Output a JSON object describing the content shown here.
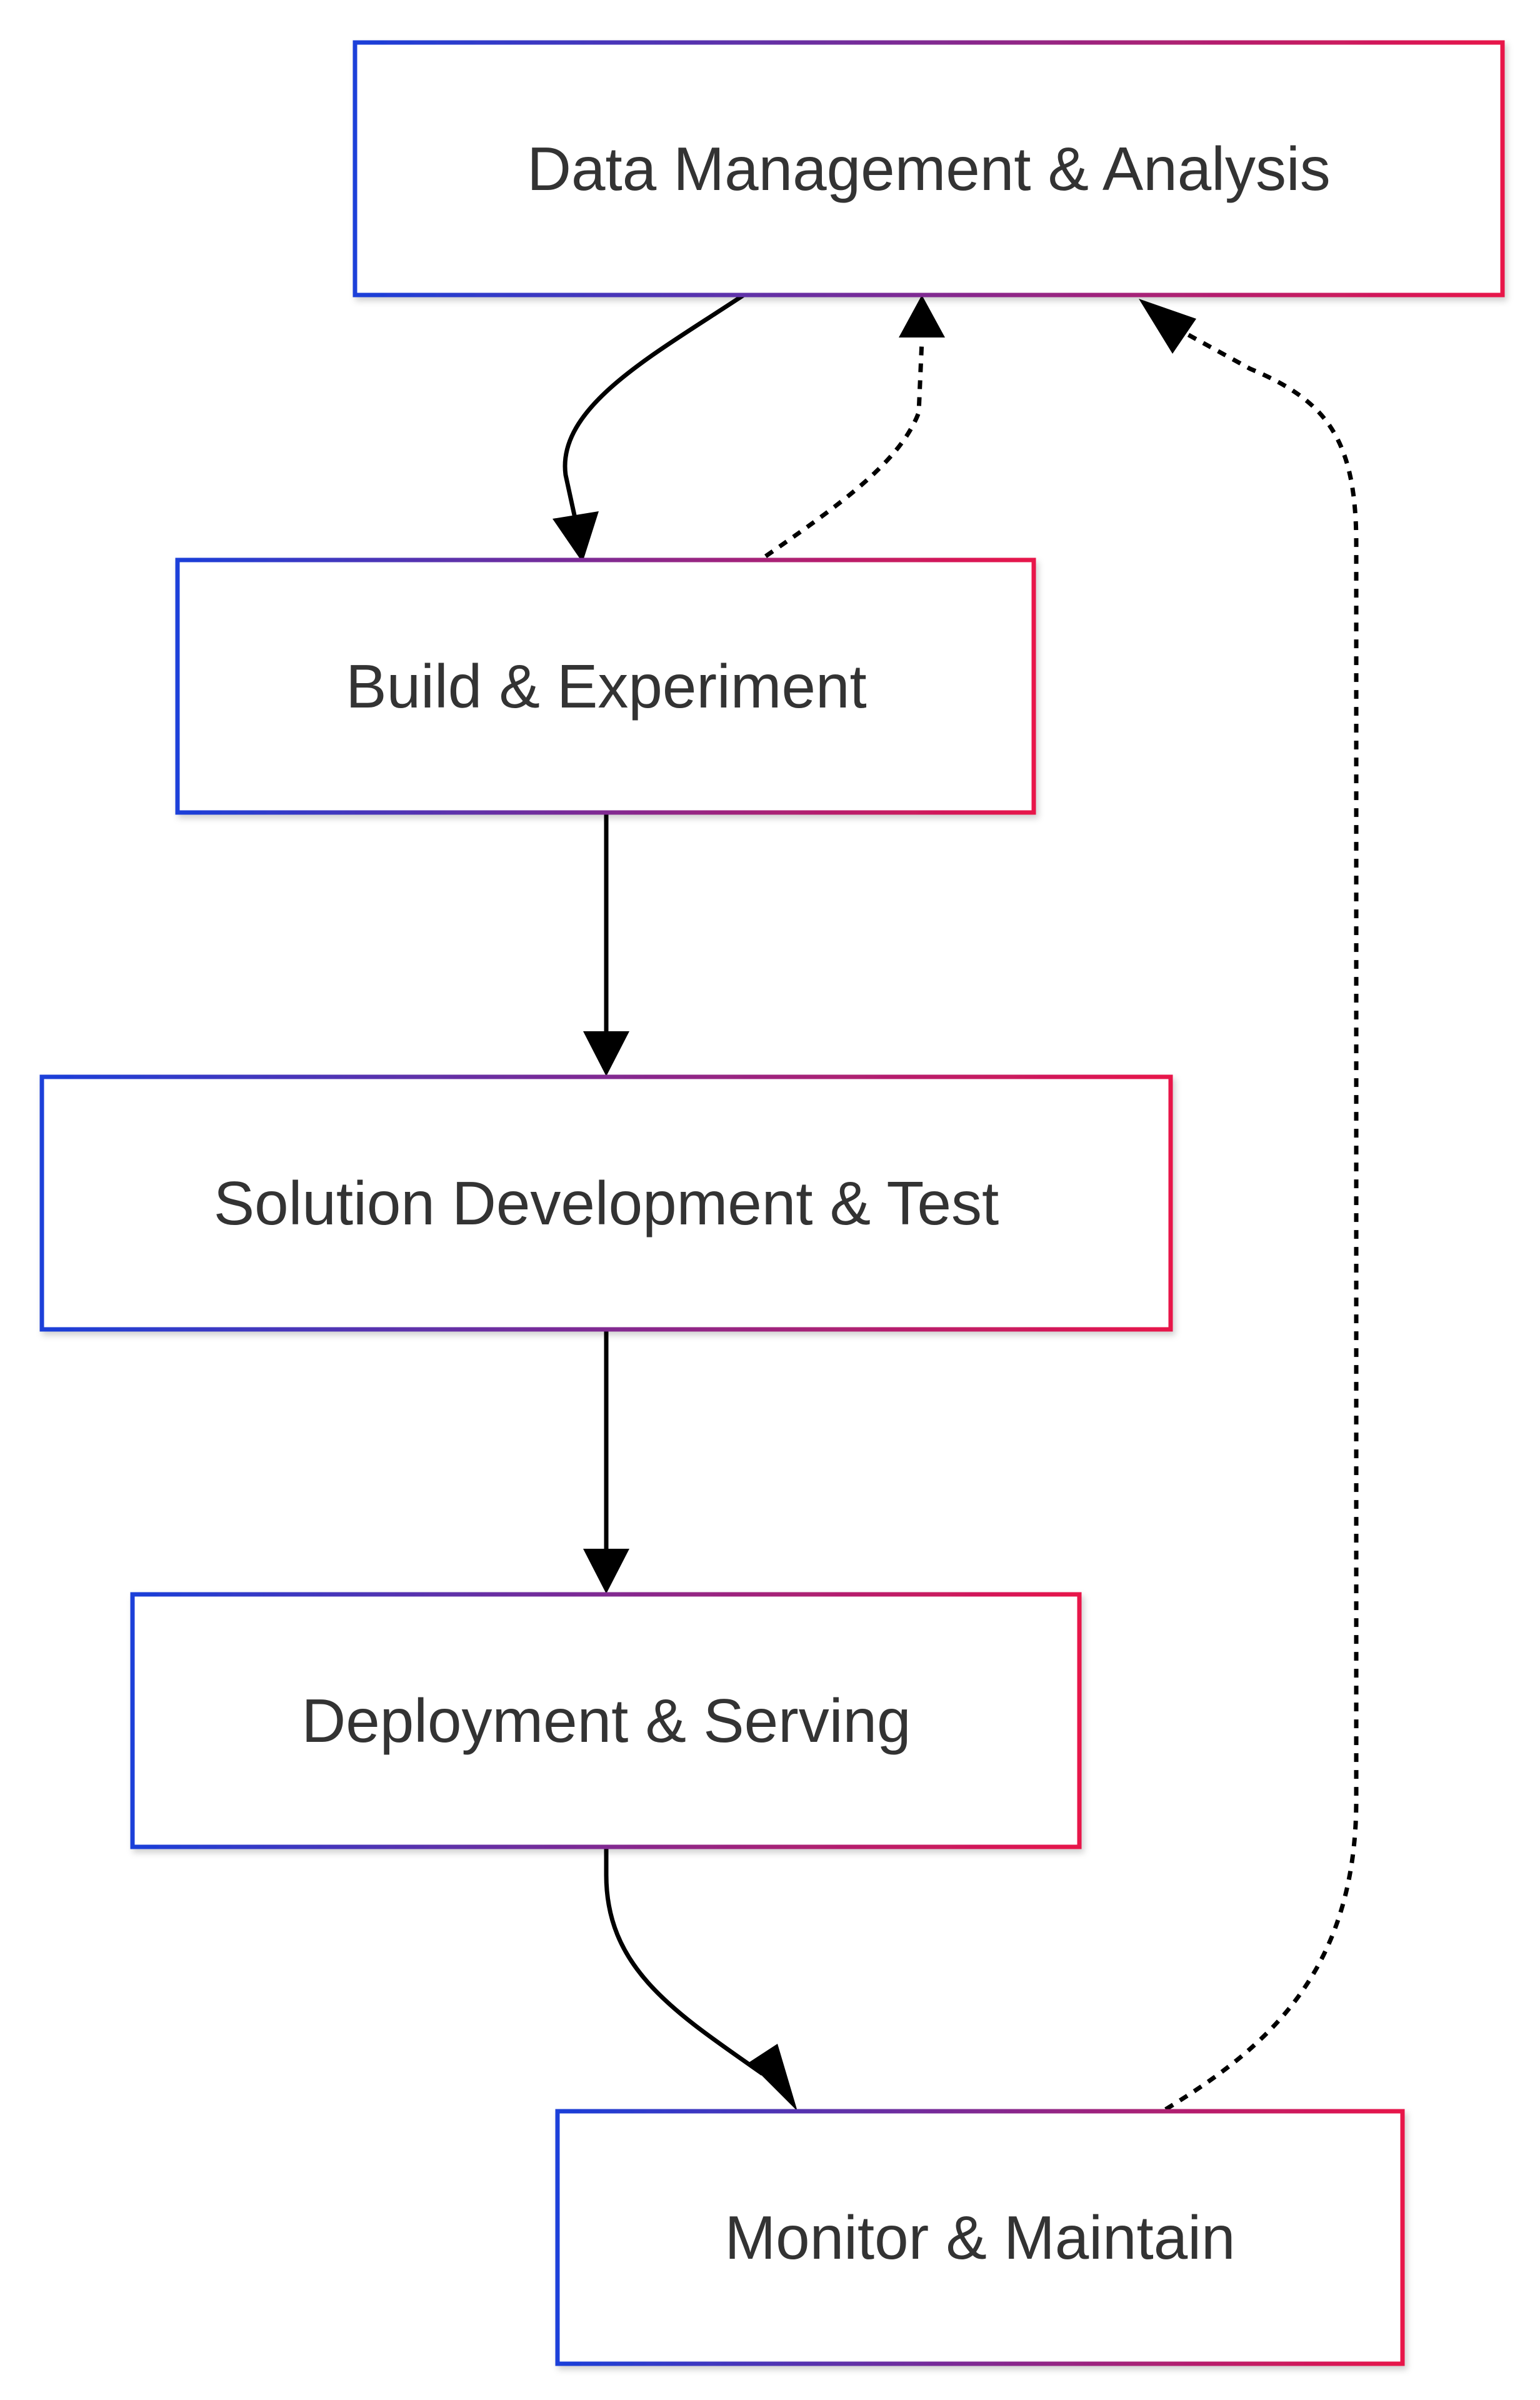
{
  "diagram": {
    "colors": {
      "border_start": "#1a3fd9",
      "border_end": "#e8144a",
      "text": "#333333",
      "edge": "#000000",
      "background": "#ffffff"
    },
    "nodes": [
      {
        "id": "data",
        "label": "Data Management & Analysis"
      },
      {
        "id": "build",
        "label": "Build & Experiment"
      },
      {
        "id": "solution",
        "label": "Solution Development & Test"
      },
      {
        "id": "deploy",
        "label": "Deployment & Serving"
      },
      {
        "id": "monitor",
        "label": "Monitor & Maintain"
      }
    ],
    "edges": [
      {
        "from": "data",
        "to": "build",
        "style": "solid"
      },
      {
        "from": "build",
        "to": "data",
        "style": "dashed"
      },
      {
        "from": "build",
        "to": "solution",
        "style": "solid"
      },
      {
        "from": "solution",
        "to": "deploy",
        "style": "solid"
      },
      {
        "from": "deploy",
        "to": "monitor",
        "style": "solid"
      },
      {
        "from": "monitor",
        "to": "data",
        "style": "dashed"
      }
    ]
  }
}
